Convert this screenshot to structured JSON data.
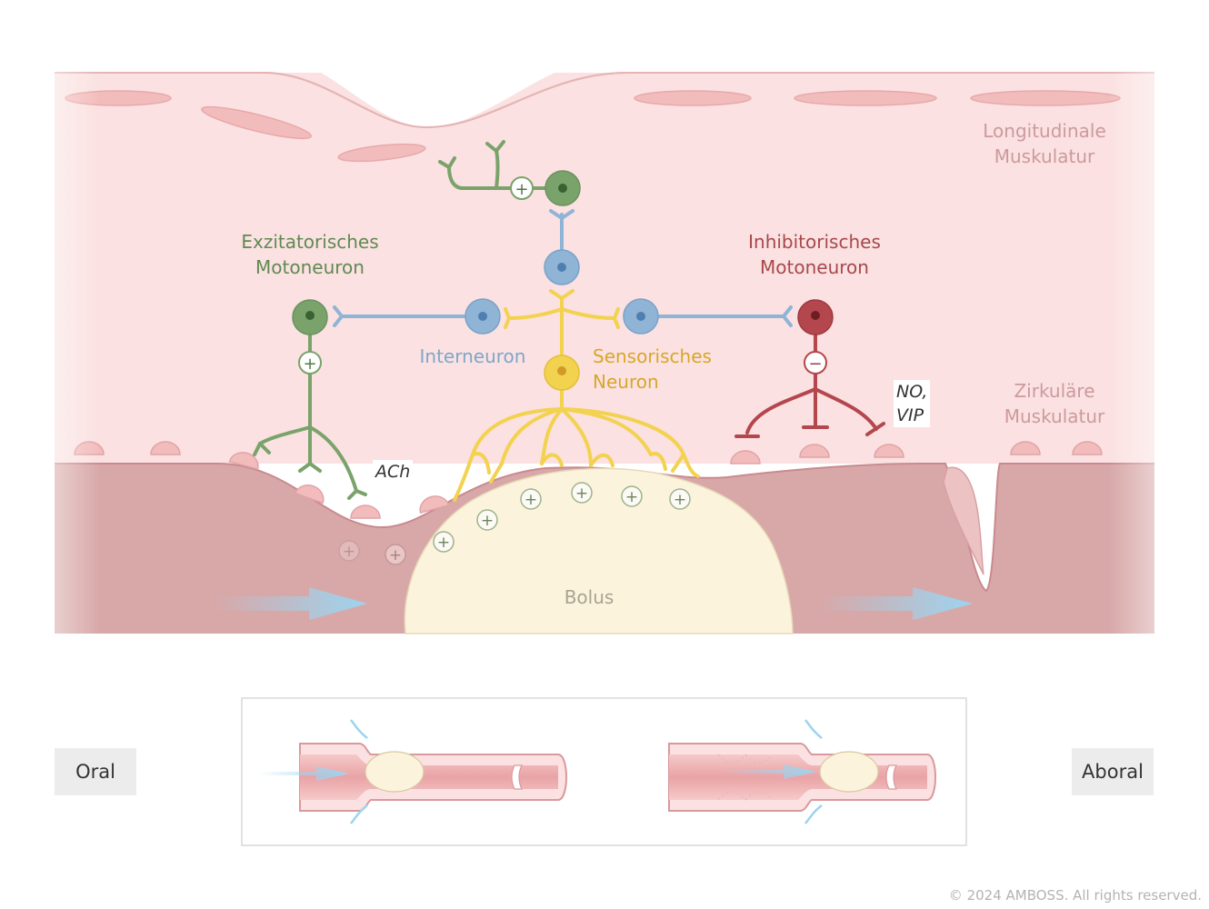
{
  "labels": {
    "longitudinal": [
      "Longitudinale",
      "Muskulatur"
    ],
    "circular": [
      "Zirkuläre",
      "Muskulatur"
    ],
    "excitatory": [
      "Exzitatorisches",
      "Motoneuron"
    ],
    "inhibitory": [
      "Inhibitorisches",
      "Motoneuron"
    ],
    "interneuron": "Interneuron",
    "sensory": [
      "Sensorisches",
      "Neuron"
    ],
    "bolus": "Bolus"
  },
  "transmitters": {
    "ach": "ACh",
    "no_vip": [
      "NO,",
      "VIP"
    ]
  },
  "signs": {
    "plus": "+",
    "minus": "−"
  },
  "directions": {
    "oral": "Oral",
    "aboral": "Aboral"
  },
  "copyright": "© 2024 AMBOSS. All rights reserved.",
  "colors": {
    "longitudinal_muscle": "#fbe1e1",
    "circular_muscle": "#d8a8a8",
    "excitatory_neuron": "#7aa36b",
    "inhibitory_neuron": "#b4474d",
    "interneuron": "#8fb4d6",
    "sensory_neuron": "#f2d24e",
    "bolus": "#fbf3dc",
    "flow_arrow": "#9cd4ef"
  }
}
